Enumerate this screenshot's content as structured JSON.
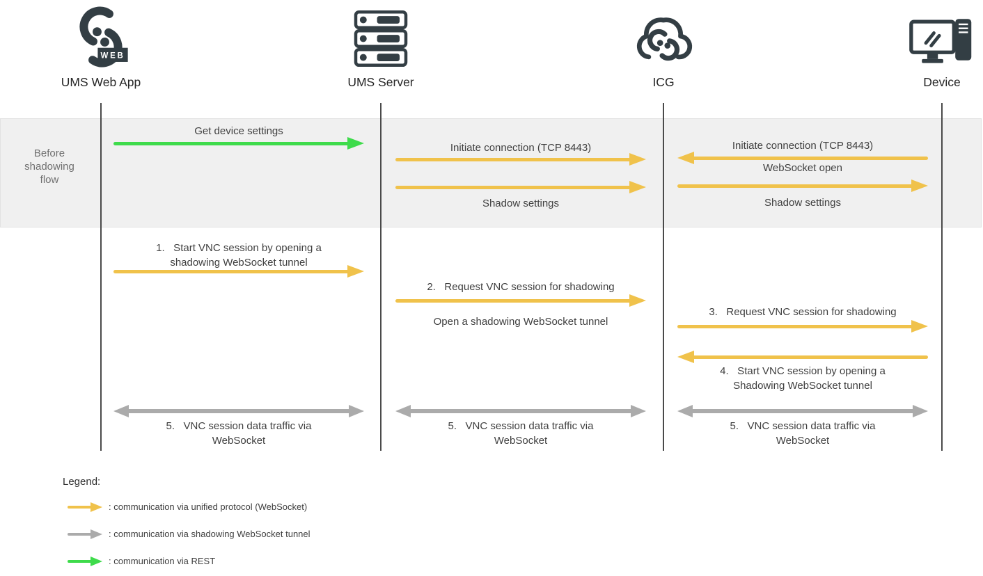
{
  "colors": {
    "unified_protocol_arrow": "#F0C24B",
    "shadow_tunnel_arrow": "#ABABAB",
    "rest_arrow": "#3EDB4B",
    "icon_color": "#333E44",
    "band_background": "#F0F0F0"
  },
  "actors": [
    {
      "name": "UMS Web App",
      "icon": "ums-web-app-logo",
      "badge": "WEB"
    },
    {
      "name": "UMS Server",
      "icon": "server-stack-icon"
    },
    {
      "name": "ICG",
      "icon": "cloud-link-icon"
    },
    {
      "name": "Device",
      "icon": "device-monitor-icon"
    }
  ],
  "band": {
    "label": "Before\nshadowing\nflow"
  },
  "messages": {
    "m1": {
      "label": "Get device settings",
      "type": "rest",
      "direction": "right",
      "from": "UMS Web App",
      "to": "UMS Server"
    },
    "m2": {
      "label": "Initiate connection (TCP 8443)",
      "type": "unified",
      "direction": "right",
      "from": "UMS Server",
      "to": "ICG"
    },
    "m3": {
      "label": "Shadow settings",
      "type": "unified",
      "direction": "right",
      "from": "UMS Server",
      "to": "ICG"
    },
    "m4": {
      "label": "Initiate connection (TCP 8443)",
      "type": "unified",
      "direction": "left",
      "from": "Device",
      "to": "ICG"
    },
    "m5": {
      "label": "WebSocket open",
      "type": "unified",
      "direction": "right",
      "from": "ICG",
      "to": "Device"
    },
    "m6": {
      "label": "Shadow settings",
      "type": "unified",
      "direction": "right",
      "from": "ICG",
      "to": "Device"
    },
    "m7": {
      "label": "1.   Start VNC session by opening a\nshadowing WebSocket tunnel",
      "type": "unified",
      "direction": "right",
      "from": "UMS Web App",
      "to": "UMS Server"
    },
    "m8": {
      "label": "2.   Request VNC session for shadowing",
      "sublabel": "Open a shadowing WebSocket tunnel",
      "type": "unified",
      "direction": "right",
      "from": "UMS Server",
      "to": "ICG"
    },
    "m9": {
      "label": "3.   Request VNC session for shadowing",
      "type": "unified",
      "direction": "right",
      "from": "ICG",
      "to": "Device"
    },
    "m10": {
      "label": "4.   Start VNC session by opening a\nShadowing WebSocket tunnel",
      "type": "unified",
      "direction": "left",
      "from": "Device",
      "to": "ICG"
    },
    "m11": {
      "label": "5.   VNC session data traffic via\nWebSocket",
      "type": "shadow-tunnel",
      "direction": "both",
      "from": "UMS Web App",
      "to": "UMS Server"
    },
    "m12": {
      "label": "5.   VNC session data traffic via\nWebSocket",
      "type": "shadow-tunnel",
      "direction": "both",
      "from": "UMS Server",
      "to": "ICG"
    },
    "m13": {
      "label": "5.   VNC session data traffic via\nWebSocket",
      "type": "shadow-tunnel",
      "direction": "both",
      "from": "ICG",
      "to": "Device"
    }
  },
  "legend": {
    "title": "Legend:",
    "items": [
      {
        "swatch": "yellow-arrow",
        "text": ": communication via unified protocol (WebSocket)"
      },
      {
        "swatch": "gray-arrow",
        "text": ": communication via shadowing WebSocket tunnel"
      },
      {
        "swatch": "green-arrow",
        "text": ": communication via REST"
      }
    ]
  }
}
